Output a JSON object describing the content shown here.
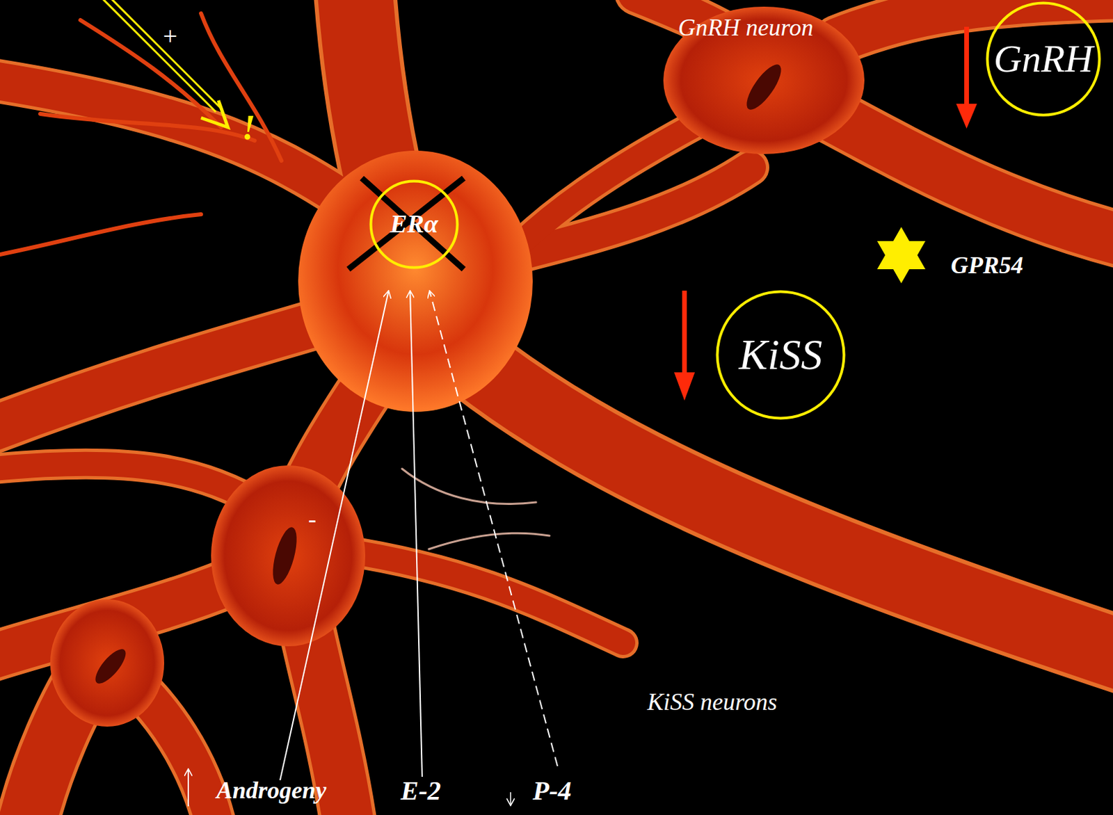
{
  "diagram": {
    "nodes": [
      {
        "text": [
          "GnRH"
        ]
      },
      {
        "text": [
          "ERα"
        ]
      },
      {
        "text": [
          "KiSS"
        ]
      }
    ],
    "labels": [
      "+",
      "!",
      "GnRH neuron",
      "GPR54",
      "-",
      "KiSS neurons",
      "Androgeny",
      "E-2",
      "P-4"
    ]
  }
}
